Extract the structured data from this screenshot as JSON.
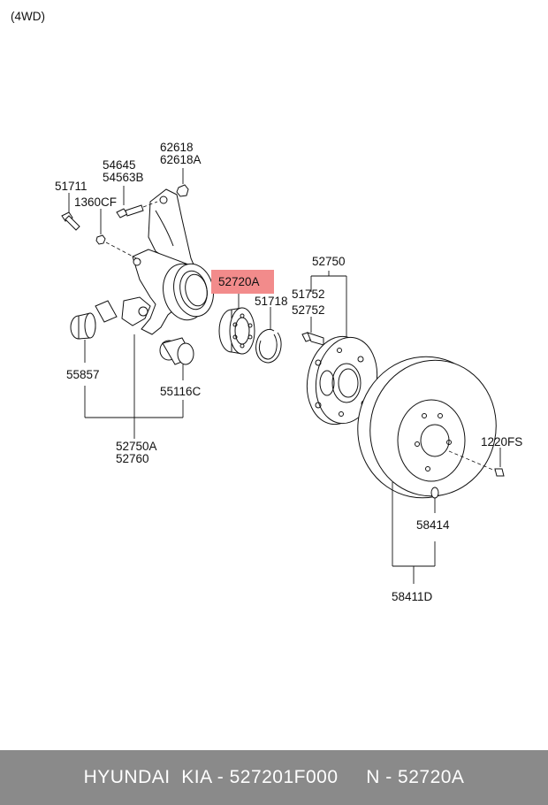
{
  "variant_label": "(4WD)",
  "highlight_color": "#f28b8b",
  "labels": {
    "p62618": "62618",
    "p62618A": "62618A",
    "p54645": "54645",
    "p54563B": "54563B",
    "p51711": "51711",
    "p1360CF": "1360CF",
    "p52720A": "52720A",
    "p52750": "52750",
    "p51752": "51752",
    "p52752": "52752",
    "p51718": "51718",
    "p55857": "55857",
    "p55116C": "55116C",
    "p52750A": "52750A",
    "p52760": "52760",
    "p1220FS": "1220FS",
    "p58414": "58414",
    "p58411D": "58411D"
  },
  "footer": {
    "text": "HYUNDAI  KIA - 527201F000     N - 52720A",
    "background": "#8a8a8a"
  }
}
